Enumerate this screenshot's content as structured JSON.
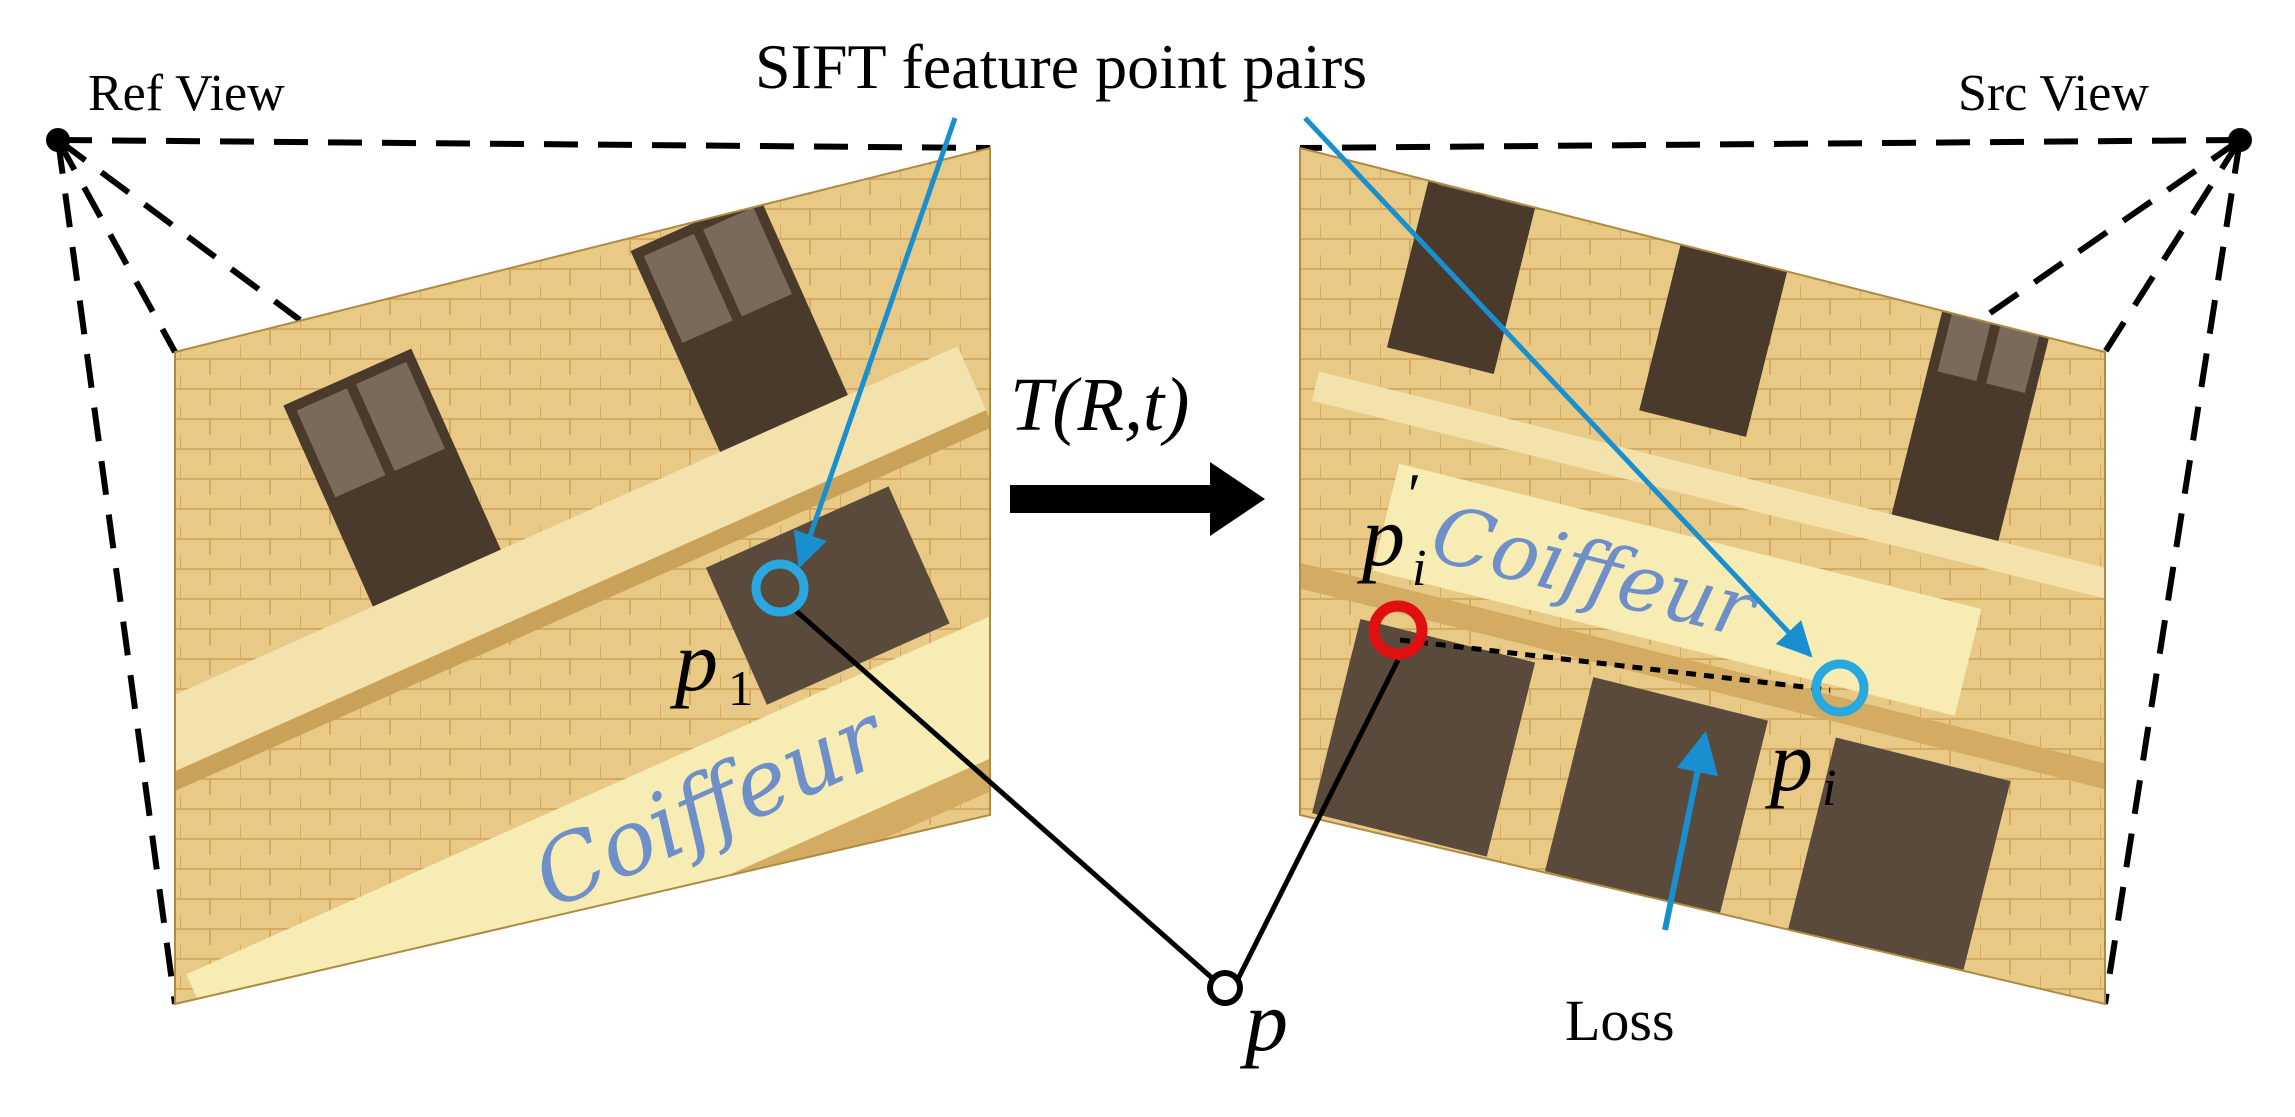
{
  "labels": {
    "ref_view": "Ref View",
    "src_view": "Src View",
    "sift_pairs": "SIFT feature point pairs",
    "transform": "T(R,t)",
    "loss": "Loss"
  },
  "math": {
    "p1_base": "p",
    "p1_sub": "1",
    "pi_prime_base": "p",
    "pi_prime_sub": "i",
    "pi_prime_mark": "′",
    "pi_base": "p",
    "pi_sub": "i",
    "p_point": "p"
  },
  "image_text": {
    "sign_left": "Coiffeur",
    "sign_right": "Coiffeur"
  },
  "colors": {
    "frustum_line": "#000000",
    "sift_arrow": "#1a8fd0",
    "feature_circle": "#29a8e0",
    "projected_circle": "#e01010",
    "wall": "#e8c986",
    "brick_shade": "#d4ab62",
    "window_dark": "#4a3a2c",
    "sign_bg": "#f6ecb4",
    "sign_text": "#6f8fc8"
  }
}
